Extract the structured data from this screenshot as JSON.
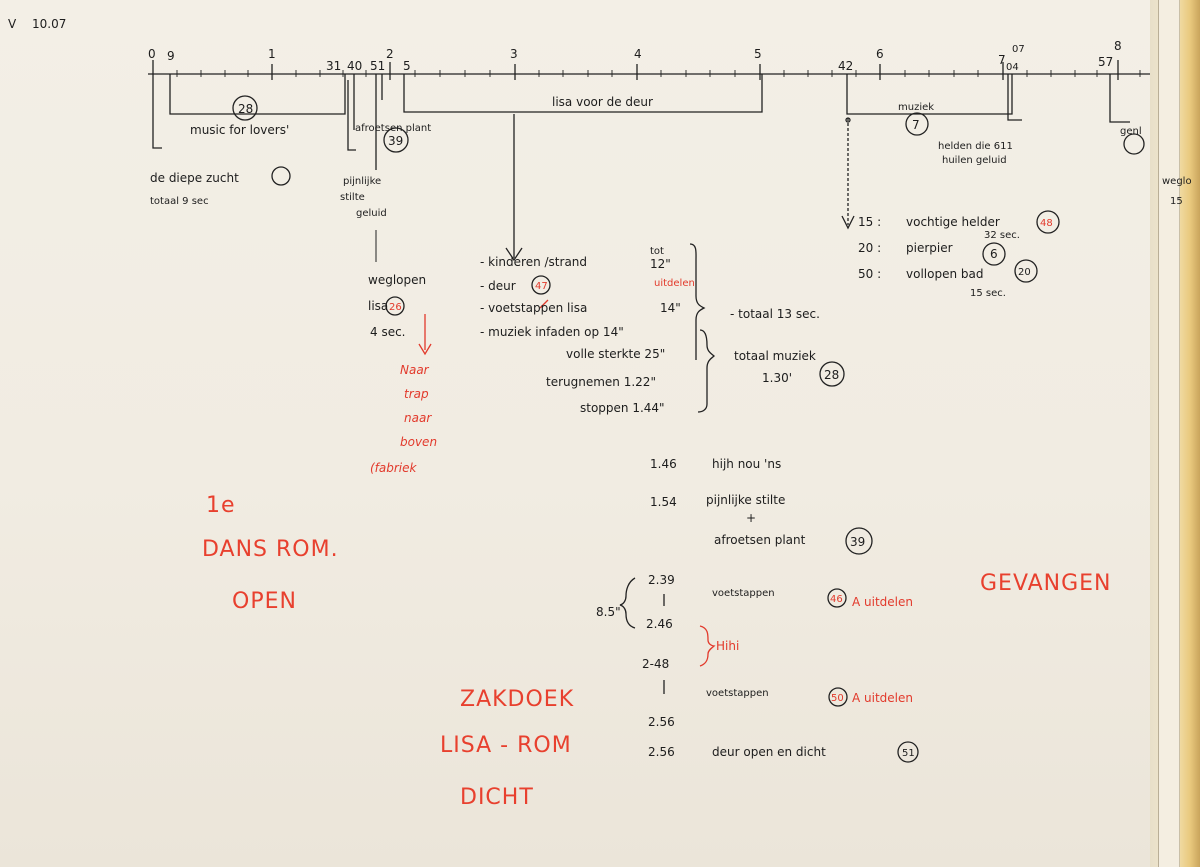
{
  "header": {
    "marker": "V",
    "date": "10.07"
  },
  "ticks": {
    "t0": "0",
    "t9": "9",
    "t1": "1",
    "t31": "31",
    "t40": "40",
    "t51": "51",
    "t2": "2",
    "t5a": "5",
    "t3": "3",
    "t4": "4",
    "t5": "5",
    "t42": "42",
    "t6": "6",
    "t7": "7",
    "t07": "07",
    "t04": "04",
    "t57": "57",
    "t8": "8"
  },
  "cues": {
    "music_for_lovers": "music for lovers'",
    "music_for_lovers_num": "28",
    "afroetsen_plant": "afroetsen plant",
    "afroetsen_plant_num": "39",
    "lisa_voor_de_deur": "lisa voor de deur",
    "muziek": "muziek",
    "muziek_num": "7",
    "helden_line1": "helden die 611",
    "helden_line2": "huilen geluid",
    "genl": "genl",
    "de_diepe_zucht": "de diepe zucht",
    "totaal_9_sec": "totaal 9 sec",
    "pijnlijke_1": "pijnlijke",
    "pijnlijke_2": "stilte",
    "pijnlijke_3": "geluid",
    "weglopen_1": "weglopen",
    "weglopen_2": "lisa",
    "weglopen_3": "4 sec.",
    "weglopen_num": "26",
    "right_cut_1": "weglo",
    "right_cut_2": "15"
  },
  "middle_list": {
    "kinderen": "- kinderen /strand",
    "kinderen_time": "12\"",
    "kinderen_tot": "tot",
    "deur": "- deur",
    "deur_num": "47",
    "uitdelen": "uitdelen",
    "voetstappen": "- voetstappen lisa",
    "voetstappen_time": "14\"",
    "muziek_infaden": "- muziek infaden op 14\"",
    "volle_sterkte": "volle sterkte 25\"",
    "terugnemen": "terugnemen 1.22\"",
    "stoppen": "stoppen 1.44\"",
    "totaal_13": "- totaal 13 sec.",
    "totaal_muziek": "totaal muziek",
    "totaal_muziek_time": "1.30'",
    "totaal_muziek_num": "28"
  },
  "right_list": {
    "r1_time": "15 :",
    "r1_text": "vochtige helder",
    "r1_num": "48",
    "r1_sub": "32 sec.",
    "r2_time": "20 :",
    "r2_text": "pierpier",
    "r2_num": "6",
    "r3_time": "50 :",
    "r3_text": "vollopen bad",
    "r3_num": "20",
    "r3_sub": "15 sec."
  },
  "lower_list": {
    "l1_time": "1.46",
    "l1_text": "hijh nou 'ns",
    "l2_time": "1.54",
    "l2_text": "pijnlijke stilte",
    "l2_plus": "+",
    "l3_text": "afroetsen plant",
    "l3_num": "39",
    "l4_time": "2.39",
    "l4_text": "voetstappen",
    "l4_num": "46",
    "l4_extra": "A uitdelen",
    "l5_time": "2.46",
    "l6_time": "2-48",
    "l6_text": "voetstappen",
    "l6_num": "50",
    "l6_extra": "A uitdelen",
    "l7_time": "2.56",
    "l8_time": "2.56",
    "l8_text": "deur open en dicht",
    "l8_num": "51",
    "brace_label": "8.5\"",
    "hihi": "Hihi"
  },
  "red_notes": {
    "naar_1": "Naar",
    "naar_2": "trap",
    "naar_3": "naar",
    "naar_4": "boven",
    "naar_5": "(fabriek",
    "ie": "1e",
    "dans_rom": "DANS ROM.",
    "open": "OPEN",
    "gevangen": "GEVANGEN",
    "zakdoek": "ZAKDOEK",
    "lisa_rom": "LISA - ROM",
    "dicht": "DICHT"
  },
  "colors": {
    "ink": "#1d1d1d",
    "red": "#e23a2c",
    "paper": "#f1ece2"
  }
}
